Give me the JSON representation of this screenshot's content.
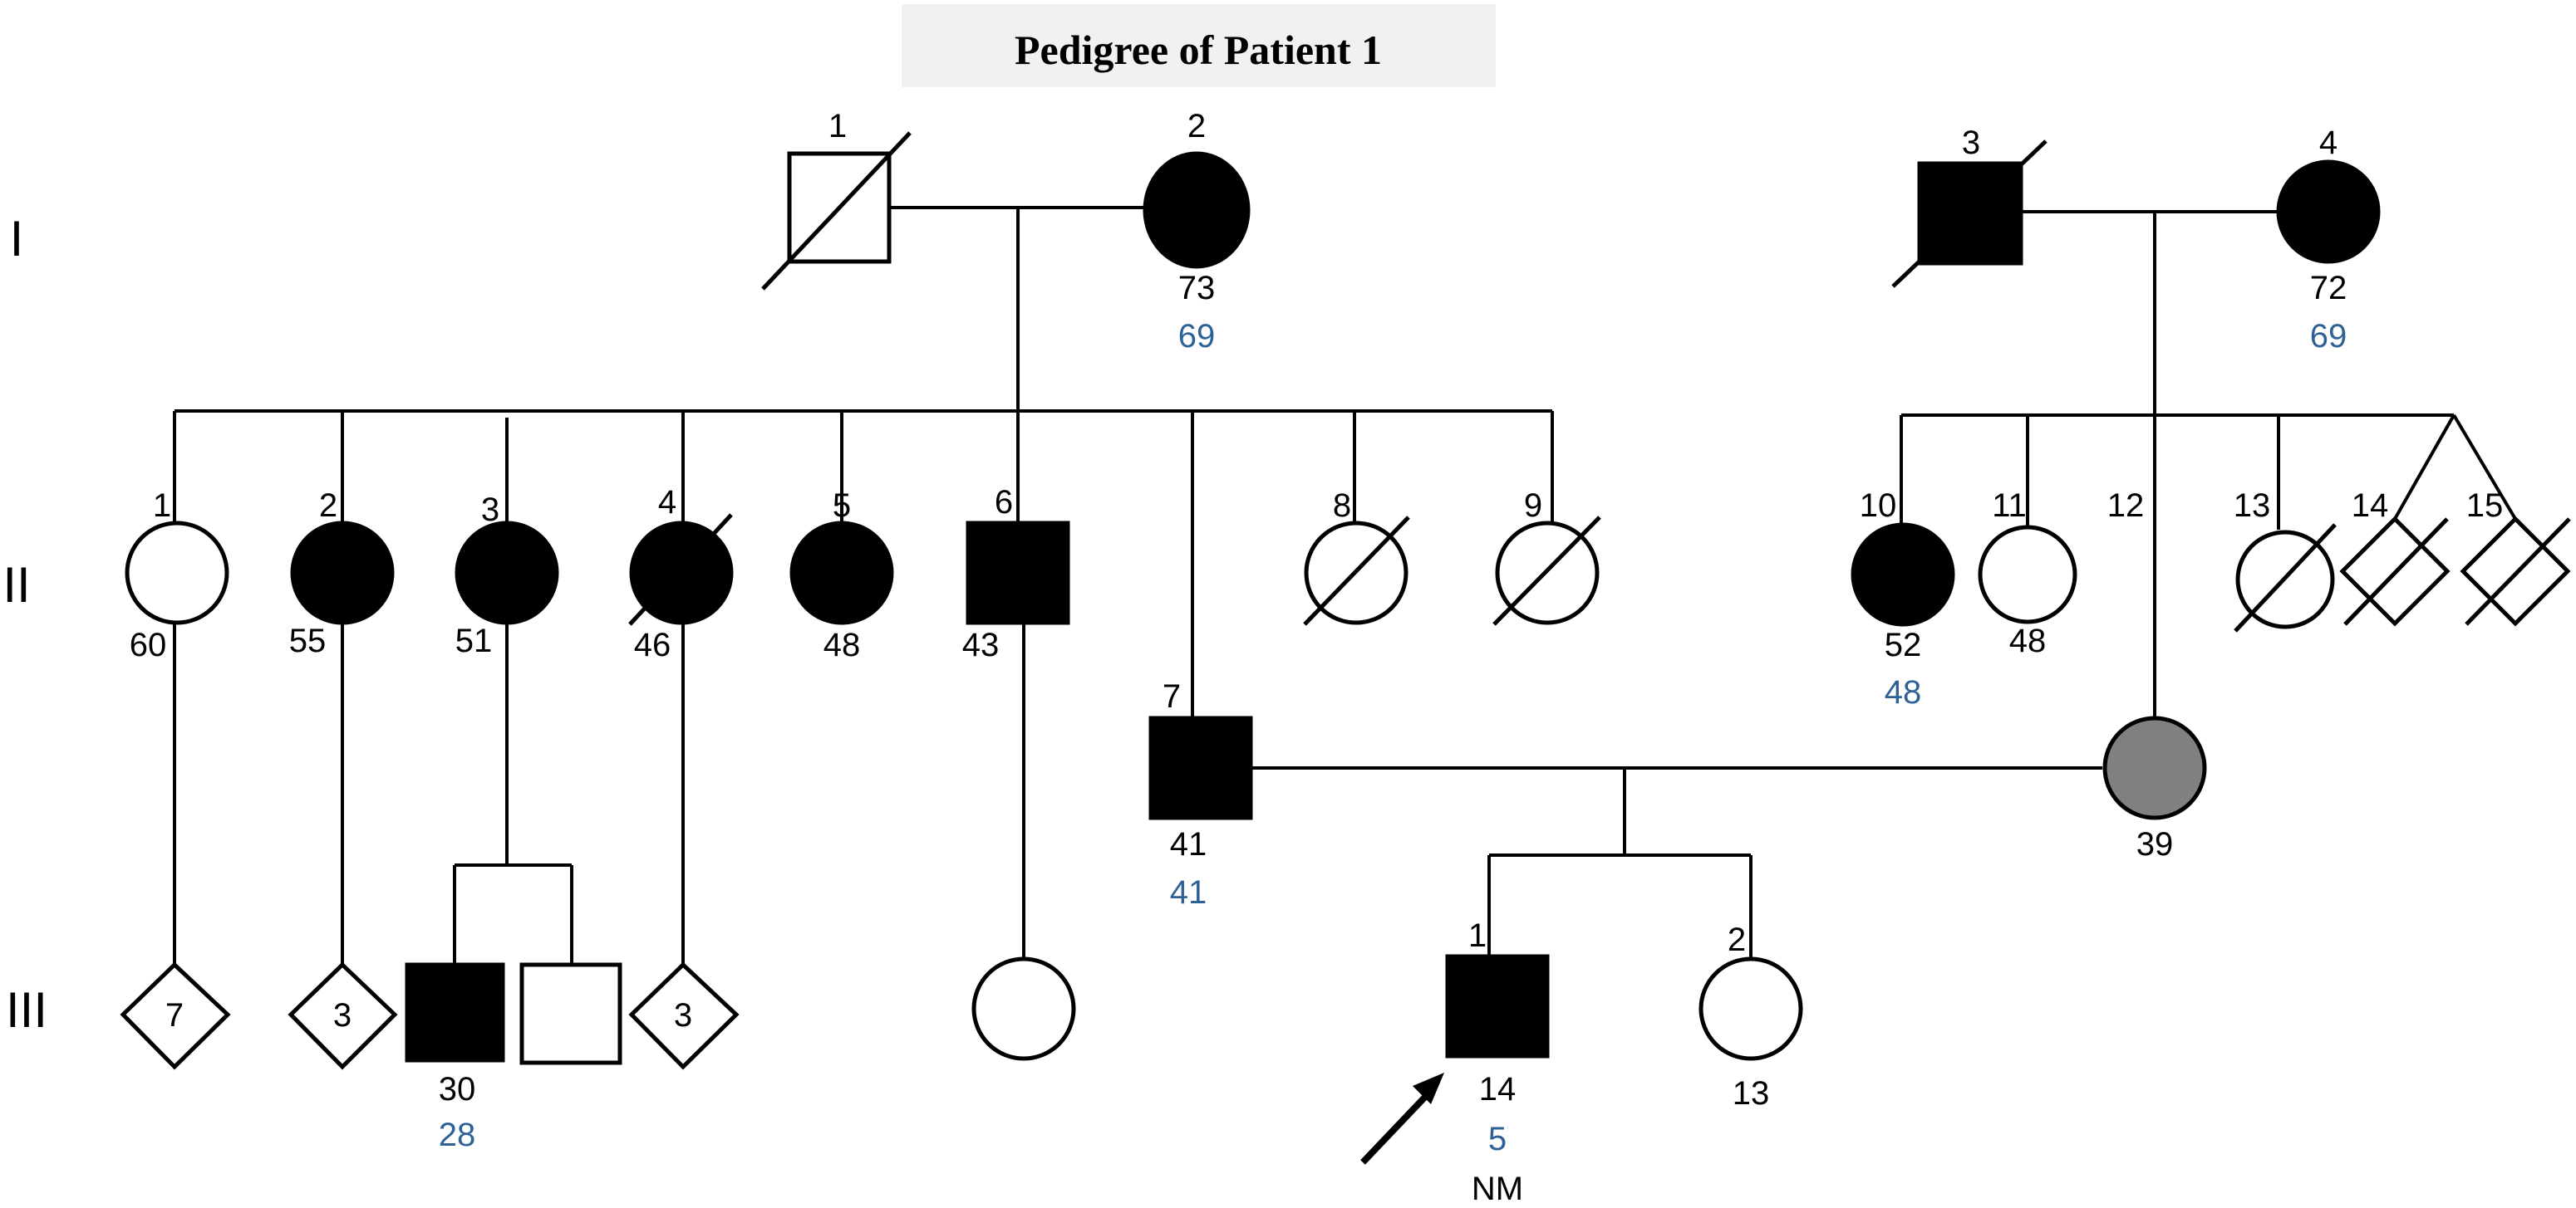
{
  "title": "Pedigree of Patient 1",
  "generations": [
    "I",
    "II",
    "III"
  ],
  "colors": {
    "affected": "#000000",
    "unaffected": "#ffffff",
    "carrier": "#808080",
    "onset": "#2e6296"
  },
  "individuals": {
    "I1": {
      "id": "1",
      "sex": "male",
      "status": "unaffected",
      "deceased": true
    },
    "I2": {
      "id": "2",
      "sex": "female",
      "status": "affected",
      "age": "73",
      "onset": "69"
    },
    "I3": {
      "id": "3",
      "sex": "male",
      "status": "affected",
      "deceased": true
    },
    "I4": {
      "id": "4",
      "sex": "female",
      "status": "affected",
      "age": "72",
      "onset": "69"
    },
    "II1": {
      "id": "1",
      "sex": "female",
      "status": "unaffected",
      "age": "60"
    },
    "II2": {
      "id": "2",
      "sex": "female",
      "status": "affected",
      "age": "55"
    },
    "II3": {
      "id": "3",
      "sex": "female",
      "status": "affected",
      "age": "51"
    },
    "II4": {
      "id": "4",
      "sex": "female",
      "status": "affected",
      "age": "46",
      "deceased": true
    },
    "II5": {
      "id": "5",
      "sex": "female",
      "status": "affected",
      "age": "48"
    },
    "II6": {
      "id": "6",
      "sex": "male",
      "status": "affected",
      "age": "43"
    },
    "II7": {
      "id": "7",
      "sex": "male",
      "status": "affected",
      "age": "41",
      "onset": "41"
    },
    "II8": {
      "id": "8",
      "sex": "female",
      "status": "unaffected",
      "deceased": true
    },
    "II9": {
      "id": "9",
      "sex": "female",
      "status": "unaffected",
      "deceased": true
    },
    "II10": {
      "id": "10",
      "sex": "female",
      "status": "affected",
      "age": "52",
      "onset": "48"
    },
    "II11": {
      "id": "11",
      "sex": "female",
      "status": "unaffected",
      "age": "48"
    },
    "II12": {
      "id": "12",
      "sex": "female",
      "status": "carrier",
      "age": "39"
    },
    "II13": {
      "id": "13",
      "sex": "female",
      "status": "unaffected",
      "deceased": true
    },
    "II14": {
      "id": "14",
      "sex": "unknown",
      "status": "unaffected",
      "deceased": true
    },
    "II15": {
      "id": "15",
      "sex": "unknown",
      "status": "unaffected",
      "deceased": true
    },
    "III_a": {
      "count": "7",
      "sex": "unknown"
    },
    "III_b": {
      "count": "3",
      "sex": "unknown"
    },
    "III_c": {
      "sex": "male",
      "status": "affected",
      "age": "30",
      "onset": "28"
    },
    "III_d": {
      "sex": "male",
      "status": "unaffected"
    },
    "III_e": {
      "count": "3",
      "sex": "unknown"
    },
    "III_f": {
      "sex": "female",
      "status": "unaffected"
    },
    "III1": {
      "id": "1",
      "sex": "male",
      "status": "affected",
      "age": "14",
      "onset": "5",
      "note": "NM",
      "proband": true
    },
    "III2": {
      "id": "2",
      "sex": "female",
      "status": "unaffected",
      "age": "13"
    }
  }
}
